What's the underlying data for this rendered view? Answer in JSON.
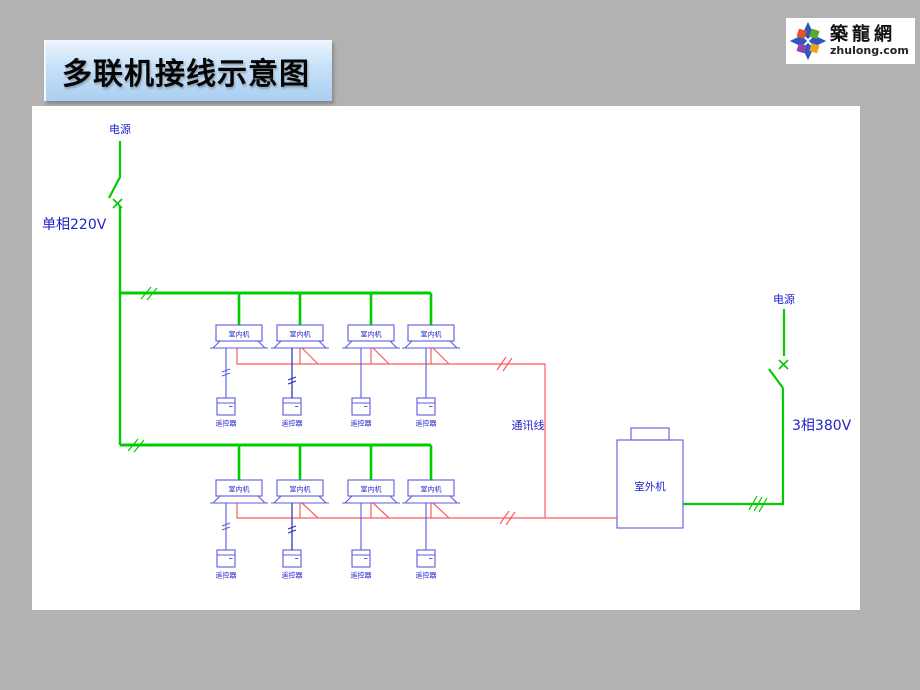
{
  "slide": {
    "background_color": "#b2b2b2",
    "canvas_color": "#ffffff"
  },
  "title_bar": {
    "text": "多联机接线示意图"
  },
  "logo": {
    "site_name": "築龍網",
    "site_domain": "zhulong.com"
  },
  "diagram": {
    "colors": {
      "power_line": "#00cc00",
      "comm_line": "#ff5a5a",
      "device_outline": "#5b5be0",
      "device_outline_dark": "#2a2ab4",
      "label_text": "#2222cc"
    },
    "labels": {
      "power_source": "电源",
      "single_phase": "单相220V",
      "three_phase": "3相380V",
      "comm_line": "通讯线",
      "indoor_unit": "室内机",
      "outdoor_unit": "室外机",
      "remote_controller": "遥控器"
    },
    "counts": {
      "indoor_units": 8,
      "remote_controllers": 8,
      "outdoor_units": 1,
      "rows": 2,
      "units_per_row": 4
    }
  }
}
